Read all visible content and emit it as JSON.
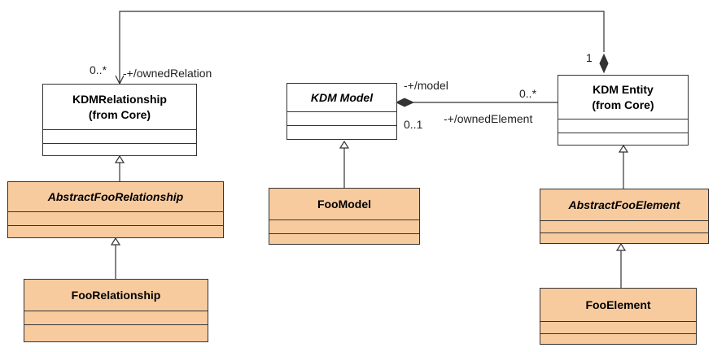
{
  "classes": {
    "kdm_relationship": {
      "name": "KDMRelationship\n(from Core)",
      "fill": "#ffffff"
    },
    "kdm_model": {
      "name": "KDM Model",
      "fill": "#ffffff"
    },
    "kdm_entity": {
      "name": "KDM Entity\n(from Core)",
      "fill": "#ffffff"
    },
    "abstract_foo_relationship": {
      "name": "AbstractFooRelationship",
      "fill": "#f8cb9f"
    },
    "foo_model": {
      "name": "FooModel",
      "fill": "#f8cb9f"
    },
    "abstract_foo_element": {
      "name": "AbstractFooElement",
      "fill": "#f8cb9f"
    },
    "foo_relationship": {
      "name": "FooRelationship",
      "fill": "#f8cb9f"
    },
    "foo_element": {
      "name": "FooElement",
      "fill": "#f8cb9f"
    }
  },
  "associations": {
    "owned_relation": {
      "role": "-+/ownedRelation",
      "multiplicity_target": "0..*",
      "multiplicity_source": "1"
    },
    "owned_element": {
      "role_model": "-+/model",
      "role_element": "-+/ownedElement",
      "multiplicity_model": "0..1",
      "multiplicity_element": "0..*"
    }
  },
  "colors": {
    "line": "#333333",
    "class_fill": "#ffffff",
    "foo_fill": "#f8cb9f"
  }
}
